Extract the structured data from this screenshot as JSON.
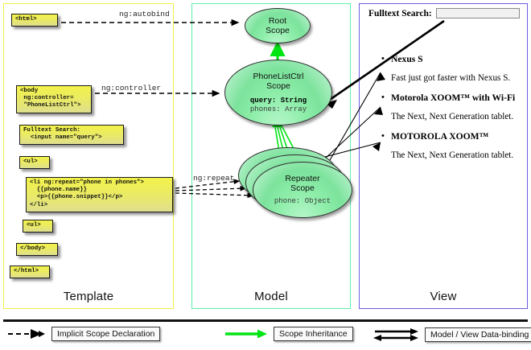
{
  "diagram": {
    "title": "AngularJS Template / Model / View data-binding diagram",
    "panels": [
      {
        "key": "template",
        "label": "Template",
        "border_color": "#efef4a"
      },
      {
        "key": "model",
        "label": "Model",
        "border_color": "#5cf0ab"
      },
      {
        "key": "view",
        "label": "View",
        "border_color": "#6a5de0"
      }
    ],
    "template": {
      "boxes": [
        {
          "name": "html-open",
          "text": "<html>"
        },
        {
          "name": "body-open",
          "text": "<body\n ng:controller=\n \"PhoneListCtrl\">"
        },
        {
          "name": "search",
          "text": "Fulltext Search:\n  <input name=\"query\">"
        },
        {
          "name": "ul-open",
          "text": "<ul>"
        },
        {
          "name": "li-repeat",
          "text": "<li ng:repeat=\"phone in phones\">\n  {{phone.name}}\n  <p>{{phone.snippet}}</p>\n</li>"
        },
        {
          "name": "ul-close",
          "text": "<ul>"
        },
        {
          "name": "body-close",
          "text": "</body>"
        },
        {
          "name": "html-close",
          "text": "</html>"
        }
      ]
    },
    "edge_labels": {
      "autobind": "ng:autobind",
      "controller": "ng:controller",
      "repeat": "ng:repeat"
    },
    "model": {
      "scopes": [
        {
          "name": "root-scope",
          "title_line1": "Root",
          "title_line2": "Scope",
          "props": []
        },
        {
          "name": "ctrl-scope",
          "title_line1": "PhoneListCtrl",
          "title_line2": "Scope",
          "props": [
            {
              "text": "query: String",
              "bold": true
            },
            {
              "text": "phones: Array",
              "bold": false
            }
          ]
        },
        {
          "name": "repeater-scope",
          "title_line1": "Repeater",
          "title_line2": "Scope",
          "props": [
            {
              "text": "phone: Object",
              "bold": false
            }
          ],
          "stack_count": 3
        }
      ]
    },
    "view": {
      "search_label": "Fulltext Search:",
      "search_value": "",
      "search_placeholder": "",
      "phones": [
        {
          "name": "Nexus S",
          "snippet": "Fast just got faster with Nexus S."
        },
        {
          "name": "Motorola XOOM™  with Wi-Fi",
          "snippet": "The Next, Next Generation tablet."
        },
        {
          "name": "MOTOROLA XOOM™",
          "snippet": "The Next, Next Generation tablet."
        }
      ]
    },
    "legend": [
      {
        "name": "implicit-scope-declaration",
        "label": "Implicit Scope Declaration",
        "arrow": "dashed-black-single",
        "color": "#000000"
      },
      {
        "name": "scope-inheritance",
        "label": "Scope Inheritance",
        "arrow": "solid-green-single",
        "color": "#00e513"
      },
      {
        "name": "model-view-data-binding",
        "label": "Model / View Data-binding",
        "arrow": "solid-black-double",
        "color": "#000000"
      }
    ]
  }
}
